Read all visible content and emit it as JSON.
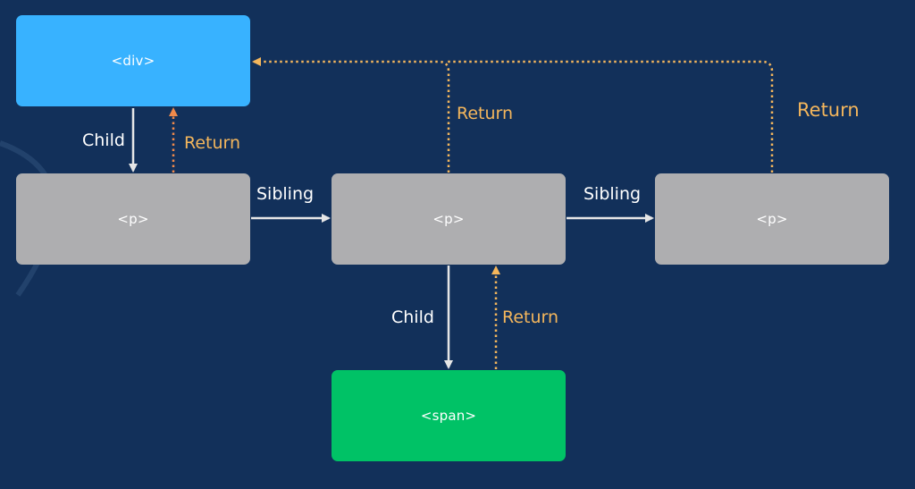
{
  "nodes": {
    "div": {
      "label": "<div>"
    },
    "p1": {
      "label": "<p>"
    },
    "p2": {
      "label": "<p>"
    },
    "p3": {
      "label": "<p>"
    },
    "span": {
      "label": "<span>"
    }
  },
  "edges": {
    "div_to_p1_child": {
      "label": "Child",
      "type": "solid",
      "color": "#e6e6e6"
    },
    "p1_to_div_return": {
      "label": "Return",
      "type": "dotted",
      "color": "#f08a4b"
    },
    "p1_to_p2_sibling": {
      "label": "Sibling",
      "type": "solid",
      "color": "#e6e6e6"
    },
    "p2_to_p3_sibling": {
      "label": "Sibling",
      "type": "solid",
      "color": "#e6e6e6"
    },
    "p2_to_div_return": {
      "label": "Return",
      "type": "dotted",
      "color": "#f4b65c"
    },
    "p3_to_div_return": {
      "label": "Return",
      "type": "dotted",
      "color": "#f4b65c"
    },
    "p2_to_span_child": {
      "label": "Child",
      "type": "solid",
      "color": "#e6e6e6"
    },
    "span_to_p2_return": {
      "label": "Return",
      "type": "dotted",
      "color": "#f4b65c"
    }
  },
  "colors": {
    "background": "#12305a",
    "div_node": "#38b2ff",
    "p_node": "#aeaeb0",
    "span_node": "#00c266",
    "return_label": "#f4b65c",
    "child_label": "#ffffff"
  }
}
